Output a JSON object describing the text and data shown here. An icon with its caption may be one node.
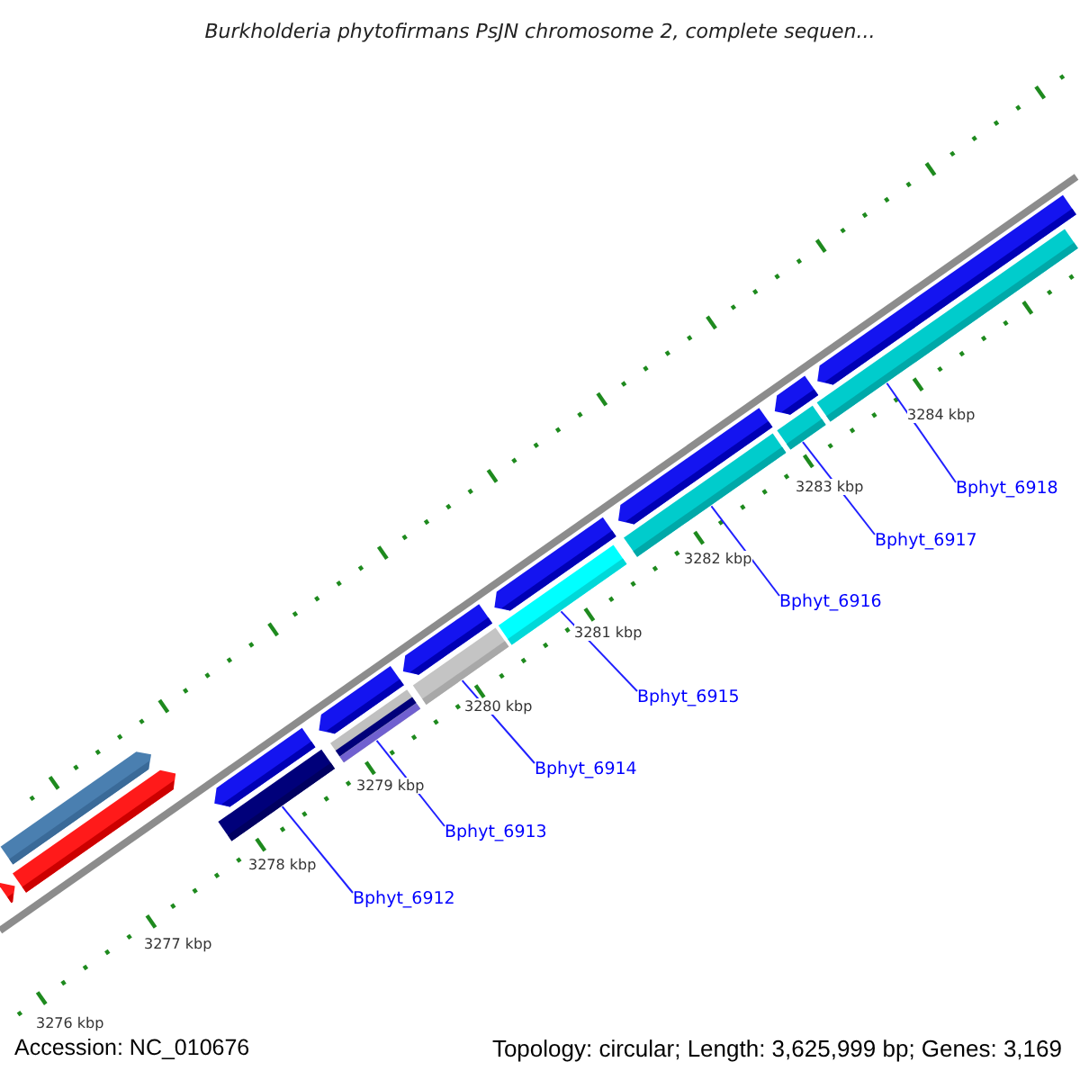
{
  "diagram": {
    "title": "Burkholderia phytofirmans PsJN chromosome 2, complete sequen...",
    "nodes": [
      {
        "text": [
          "Bphyt_6918"
        ]
      },
      {
        "text": [
          "Bphyt_6917"
        ]
      },
      {
        "text": [
          "Bphyt_6916"
        ]
      },
      {
        "text": [
          "Bphyt_6915"
        ]
      },
      {
        "text": [
          "Bphyt_6914"
        ]
      },
      {
        "text": [
          "Bphyt_6913"
        ]
      },
      {
        "text": [
          "Bphyt_6912"
        ]
      },
      {
        "text": [],
        "shape": "pentagon"
      },
      {
        "text": [],
        "shape": "pentagon"
      },
      {
        "text": [],
        "shape": "pentagon"
      },
      {
        "text": [],
        "shape": "bar"
      },
      {
        "text": [],
        "shape": "pentagon"
      },
      {
        "text": [],
        "shape": "bar"
      },
      {
        "text": [],
        "shape": "pentagon"
      },
      {
        "text": [],
        "shape": "bar"
      },
      {
        "text": [],
        "shape": "pentagon"
      },
      {
        "text": [],
        "shape": "bar"
      },
      {
        "text": [],
        "shape": "pentagon"
      },
      {
        "text": [],
        "shape": "bar"
      },
      {
        "text": [],
        "shape": "pentagon"
      },
      {
        "text": [],
        "shape": "bar"
      },
      {
        "text": [],
        "shape": "pentagon"
      },
      {
        "text": [],
        "shape": "bar"
      },
      {
        "text": [],
        "shape": "pentagon"
      }
    ],
    "edges": [
      {
        "from": 6,
        "to": 10,
        "arrow": "none"
      },
      {
        "from": 5,
        "to": 12,
        "arrow": "none"
      },
      {
        "from": 4,
        "to": 14,
        "arrow": "none"
      },
      {
        "from": 3,
        "to": 16,
        "arrow": "none"
      },
      {
        "from": 2,
        "to": 18,
        "arrow": "none"
      },
      {
        "from": 1,
        "to": 20,
        "arrow": "none"
      },
      {
        "from": 0,
        "to": 22,
        "arrow": "none"
      }
    ],
    "labels": [
      "3284 kbp",
      "3283 kbp",
      "3282 kbp",
      "3281 kbp",
      "3280 kbp",
      "3279 kbp",
      "3278 kbp",
      "3277 kbp",
      "3276 kbp",
      "Accession: NC_010676",
      "Topology: circular; Length: 3,625,999 bp; Genes: 3,169"
    ]
  }
}
